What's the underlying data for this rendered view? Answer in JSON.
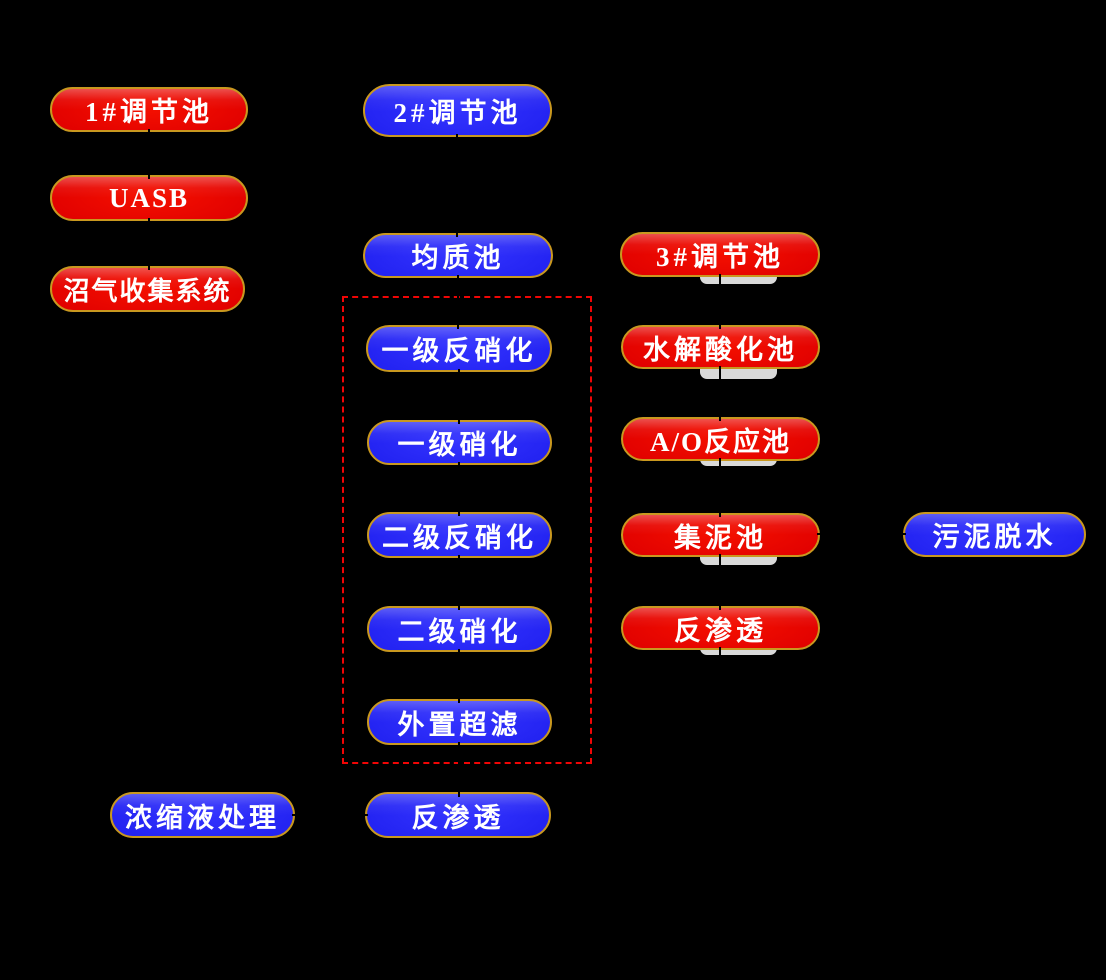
{
  "diagram": {
    "title": "wastewater-treatment-process-flowchart",
    "colors": {
      "background": "#000000",
      "pill_border_gold": "#c9981f",
      "red_node_fill": "#e00000",
      "blue_node_fill": "#2121f0",
      "node_text": "#ffffff",
      "group_outline_dashed": "#f00505",
      "shadow_tab_grey": "#d9d9d9",
      "connector_line": "#000000"
    },
    "nodes": [
      {
        "id": "regulating-tank-1",
        "label": "1#调节池",
        "color": "red"
      },
      {
        "id": "regulating-tank-2",
        "label": "2#调节池",
        "color": "blue"
      },
      {
        "id": "uasb",
        "label": "UASB",
        "color": "red"
      },
      {
        "id": "homogenizing-tank",
        "label": "均质池",
        "color": "blue"
      },
      {
        "id": "regulating-tank-3",
        "label": "3#调节池",
        "color": "red"
      },
      {
        "id": "biogas-collection-system",
        "label": "沼气收集系统",
        "color": "red"
      },
      {
        "id": "primary-denitrification",
        "label": "一级反硝化",
        "color": "blue"
      },
      {
        "id": "hydrolysis-acidification-tank",
        "label": "水解酸化池",
        "color": "red"
      },
      {
        "id": "primary-nitrification",
        "label": "一级硝化",
        "color": "blue"
      },
      {
        "id": "ao-reaction-tank",
        "label": "A/O反应池",
        "color": "red"
      },
      {
        "id": "secondary-denitrification",
        "label": "二级反硝化",
        "color": "blue"
      },
      {
        "id": "sludge-collection-tank",
        "label": "集泥池",
        "color": "red"
      },
      {
        "id": "sludge-dewatering",
        "label": "污泥脱水",
        "color": "blue"
      },
      {
        "id": "secondary-nitrification",
        "label": "二级硝化",
        "color": "blue"
      },
      {
        "id": "reverse-osmosis-right",
        "label": "反渗透",
        "color": "red"
      },
      {
        "id": "external-ultrafiltration",
        "label": "外置超滤",
        "color": "blue"
      },
      {
        "id": "concentrate-treatment",
        "label": "浓缩液处理",
        "color": "blue"
      },
      {
        "id": "reverse-osmosis-bottom",
        "label": "反渗透",
        "color": "blue"
      }
    ]
  }
}
